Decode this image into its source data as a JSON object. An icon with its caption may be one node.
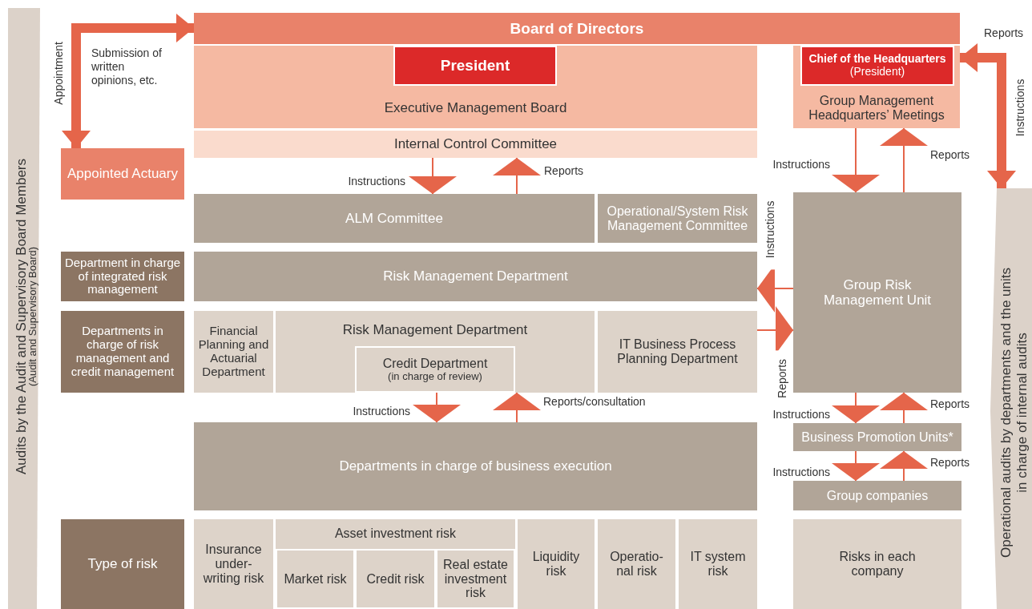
{
  "diagram": {
    "nodes": [
      {
        "text": [
          "Audits by the Audit and Supervisory Board Members",
          "(Audit and Supervisory Board)"
        ]
      },
      {
        "text": [
          "Board of Directors"
        ]
      },
      {
        "text": [
          "Executive Management Board"
        ]
      },
      {
        "text": [
          "President"
        ],
        "in": 2
      },
      {
        "text": [
          "Internal Control Committee"
        ]
      },
      {
        "text": [
          "Group Management Headquarters’ Meetings"
        ]
      },
      {
        "text": [
          "Chief of the Headquarters",
          "(President)"
        ],
        "in": 5
      },
      {
        "text": [
          "Appointed Actuary"
        ]
      },
      {
        "text": [
          "ALM Committee"
        ]
      },
      {
        "text": [
          "Operational/System Risk Management Committee"
        ]
      },
      {
        "text": [
          "Group Risk Management Unit"
        ]
      },
      {
        "text": [
          "Department in charge of integrated risk management"
        ]
      },
      {
        "text": [
          "Risk Management Department"
        ]
      },
      {
        "text": [
          "Departments in charge of risk management and credit management"
        ]
      },
      {
        "text": [
          "Financial Planning and Actuarial Department"
        ]
      },
      {
        "text": [
          "Risk Management Department"
        ]
      },
      {
        "text": [
          "Credit Department",
          "(in charge of review)"
        ],
        "in": 15
      },
      {
        "text": [
          "IT Business Process Planning Department"
        ]
      },
      {
        "text": [
          "Business Promotion Units*"
        ]
      },
      {
        "text": [
          "Departments in charge of business execution"
        ]
      },
      {
        "text": [
          "Group companies"
        ]
      },
      {
        "text": [
          "Type of risk"
        ]
      },
      {
        "text": [
          "Insurance under-writing risk"
        ]
      },
      {
        "text": [
          "Asset investment risk"
        ]
      },
      {
        "text": [
          "Market risk"
        ],
        "in": 23
      },
      {
        "text": [
          "Credit risk"
        ],
        "in": 23
      },
      {
        "text": [
          "Real estate investment risk"
        ],
        "in": 23
      },
      {
        "text": [
          "Liquidity risk"
        ]
      },
      {
        "text": [
          "Operatio-nal risk"
        ]
      },
      {
        "text": [
          "IT system risk"
        ]
      },
      {
        "text": [
          "Risks in each company"
        ]
      },
      {
        "text": [
          "Operational audits by departments and the units in charge of internal audits"
        ]
      }
    ],
    "edges": [
      {
        "from": 1,
        "to": 7,
        "arrow": "to",
        "label": "Appointment",
        "style": "thick"
      },
      {
        "from": 7,
        "to": 1,
        "arrow": "to",
        "label": "Submission of written opinions, etc.",
        "style": "thick"
      },
      {
        "from": 31,
        "to": 5,
        "arrow": "to",
        "label": "Reports",
        "style": "thick"
      },
      {
        "from": 5,
        "to": 31,
        "arrow": "to",
        "label": "Instructions",
        "style": "thick"
      },
      {
        "from": 4,
        "to": 8,
        "arrow": "to",
        "label": "Instructions"
      },
      {
        "from": 8,
        "to": 4,
        "arrow": "to",
        "label": "Reports"
      },
      {
        "from": 5,
        "to": 10,
        "arrow": "to",
        "label": "Instructions"
      },
      {
        "from": 10,
        "to": 5,
        "arrow": "to",
        "label": "Reports"
      },
      {
        "from": 10,
        "to": 12,
        "arrow": "to",
        "label": "Instructions"
      },
      {
        "from": 17,
        "to": 10,
        "arrow": "to",
        "label": "Reports"
      },
      {
        "from": 15,
        "to": 19,
        "arrow": "to",
        "label": "Instructions"
      },
      {
        "from": 19,
        "to": 15,
        "arrow": "to",
        "label": "Reports/consultation"
      },
      {
        "from": 10,
        "to": 18,
        "arrow": "to",
        "label": "Instructions"
      },
      {
        "from": 18,
        "to": 10,
        "arrow": "to",
        "label": "Reports"
      },
      {
        "from": 18,
        "to": 20,
        "arrow": "to",
        "label": "Instructions"
      },
      {
        "from": 20,
        "to": 18,
        "arrow": "to",
        "label": "Reports"
      }
    ]
  }
}
